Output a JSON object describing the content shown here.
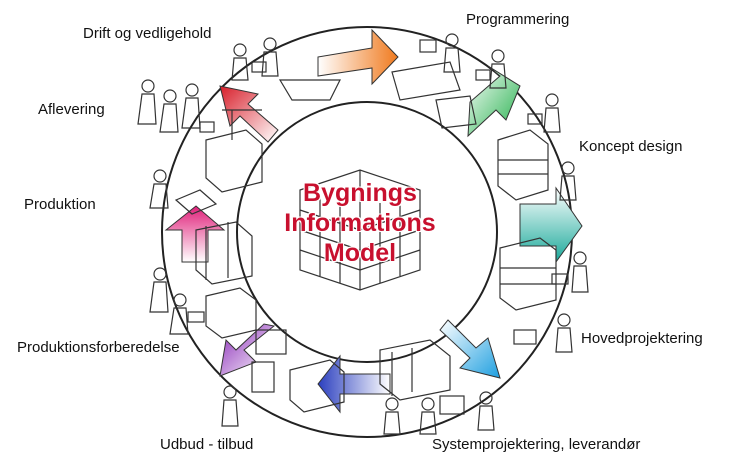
{
  "center": {
    "line1": "Bygnings",
    "line2": "Informations",
    "line3": "Model"
  },
  "phases": [
    {
      "label": "Programmering",
      "arrow_color": "#f07a1e"
    },
    {
      "label": "Koncept design",
      "arrow_color": "#2fb34a"
    },
    {
      "label": "Hovedprojektering",
      "arrow_color": "#1aa99a"
    },
    {
      "label": "Systemprojektering, leverandør",
      "arrow_color": "#1e9fe0"
    },
    {
      "label": "Udbud - tilbud",
      "arrow_color": "#2b3fbf"
    },
    {
      "label": "Produktionsforberedelse",
      "arrow_color": "#8a2ab8"
    },
    {
      "label": "Produktion",
      "arrow_color": "#e0207a"
    },
    {
      "label": "Aflevering",
      "arrow_color": "#d81e2a"
    },
    {
      "label": "Drift og vedligehold",
      "arrow_color": "#f07a1e"
    }
  ]
}
